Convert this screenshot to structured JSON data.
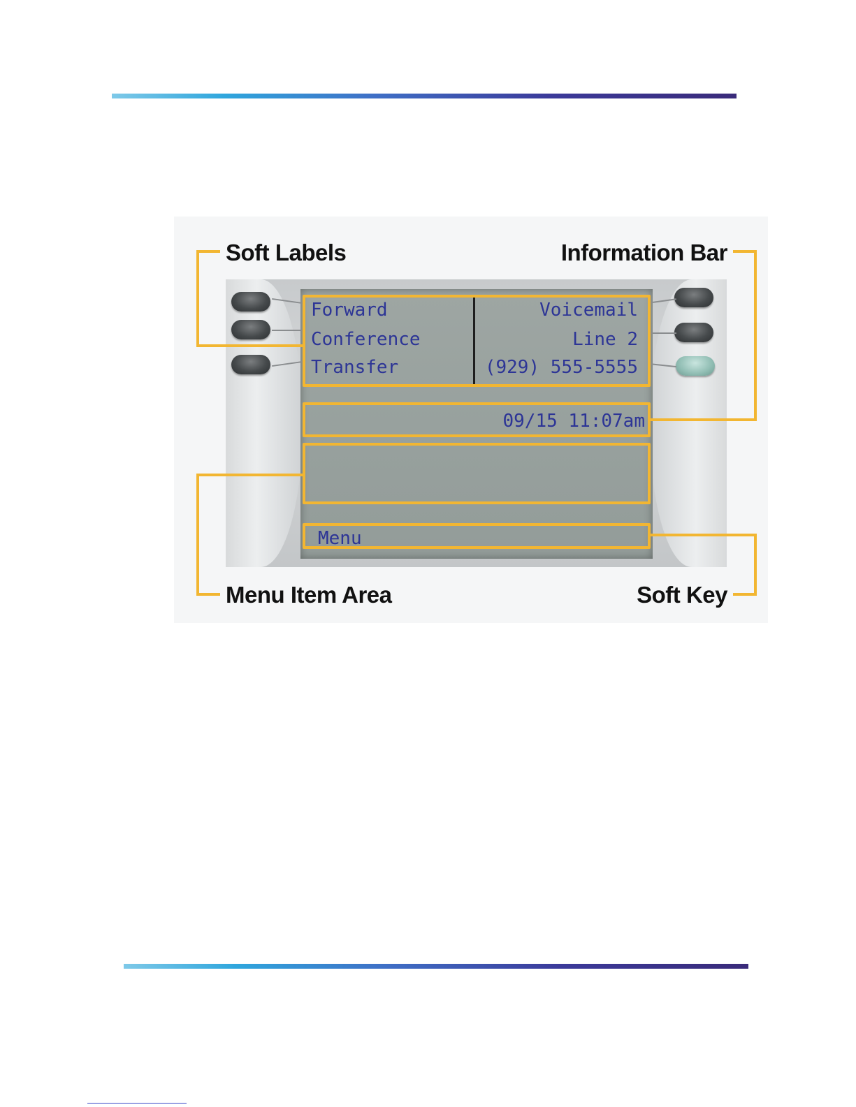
{
  "callouts": {
    "soft_labels": "Soft Labels",
    "information_bar": "Information Bar",
    "menu_item_area": "Menu Item Area",
    "soft_key": "Soft Key"
  },
  "display": {
    "left_labels": [
      "Forward",
      "Conference",
      "Transfer"
    ],
    "right_labels": [
      "Voicemail",
      "Line 2",
      "(929) 555-5555"
    ],
    "date_time": "09/15 11:07am",
    "soft_key_label": "Menu"
  },
  "colors": {
    "callout_frame": "#f2b632",
    "lcd_text": "#2d3596",
    "line_key_active": "#90bdb3"
  }
}
